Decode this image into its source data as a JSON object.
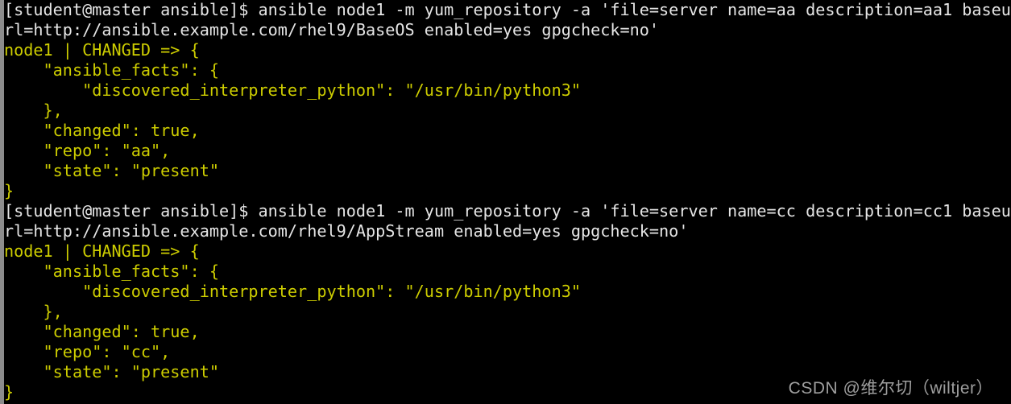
{
  "terminal": {
    "title": "terminal-session",
    "background_color": "#000000",
    "prompt_color": "#e6e6e6",
    "output_color": "#cdcd00",
    "scrollbar_color": "#7f7f7f",
    "columns": 102,
    "rows": 20,
    "lines": [
      {
        "kind": "prompt",
        "text": "[student@master ansible]$ ansible node1 -m yum_repository -a 'file=server name=aa description=aa1 baseu"
      },
      {
        "kind": "prompt",
        "text": "rl=http://ansible.example.com/rhel9/BaseOS enabled=yes gpgcheck=no'"
      },
      {
        "kind": "output",
        "text": "node1 | CHANGED => {"
      },
      {
        "kind": "output",
        "text": "    \"ansible_facts\": {"
      },
      {
        "kind": "output",
        "text": "        \"discovered_interpreter_python\": \"/usr/bin/python3\""
      },
      {
        "kind": "output",
        "text": "    },"
      },
      {
        "kind": "output",
        "text": "    \"changed\": true,"
      },
      {
        "kind": "output",
        "text": "    \"repo\": \"aa\","
      },
      {
        "kind": "output",
        "text": "    \"state\": \"present\""
      },
      {
        "kind": "output",
        "text": "}"
      },
      {
        "kind": "prompt",
        "text": "[student@master ansible]$ ansible node1 -m yum_repository -a 'file=server name=cc description=cc1 baseu"
      },
      {
        "kind": "prompt",
        "text": "rl=http://ansible.example.com/rhel9/AppStream enabled=yes gpgcheck=no'"
      },
      {
        "kind": "output",
        "text": "node1 | CHANGED => {"
      },
      {
        "kind": "output",
        "text": "    \"ansible_facts\": {"
      },
      {
        "kind": "output",
        "text": "        \"discovered_interpreter_python\": \"/usr/bin/python3\""
      },
      {
        "kind": "output",
        "text": "    },"
      },
      {
        "kind": "output",
        "text": "    \"changed\": true,"
      },
      {
        "kind": "output",
        "text": "    \"repo\": \"cc\","
      },
      {
        "kind": "output",
        "text": "    \"state\": \"present\""
      },
      {
        "kind": "output",
        "text": "}"
      }
    ]
  },
  "watermark": {
    "text": "CSDN @维尔切（wiltjer）",
    "color": "#9e9e9e"
  }
}
